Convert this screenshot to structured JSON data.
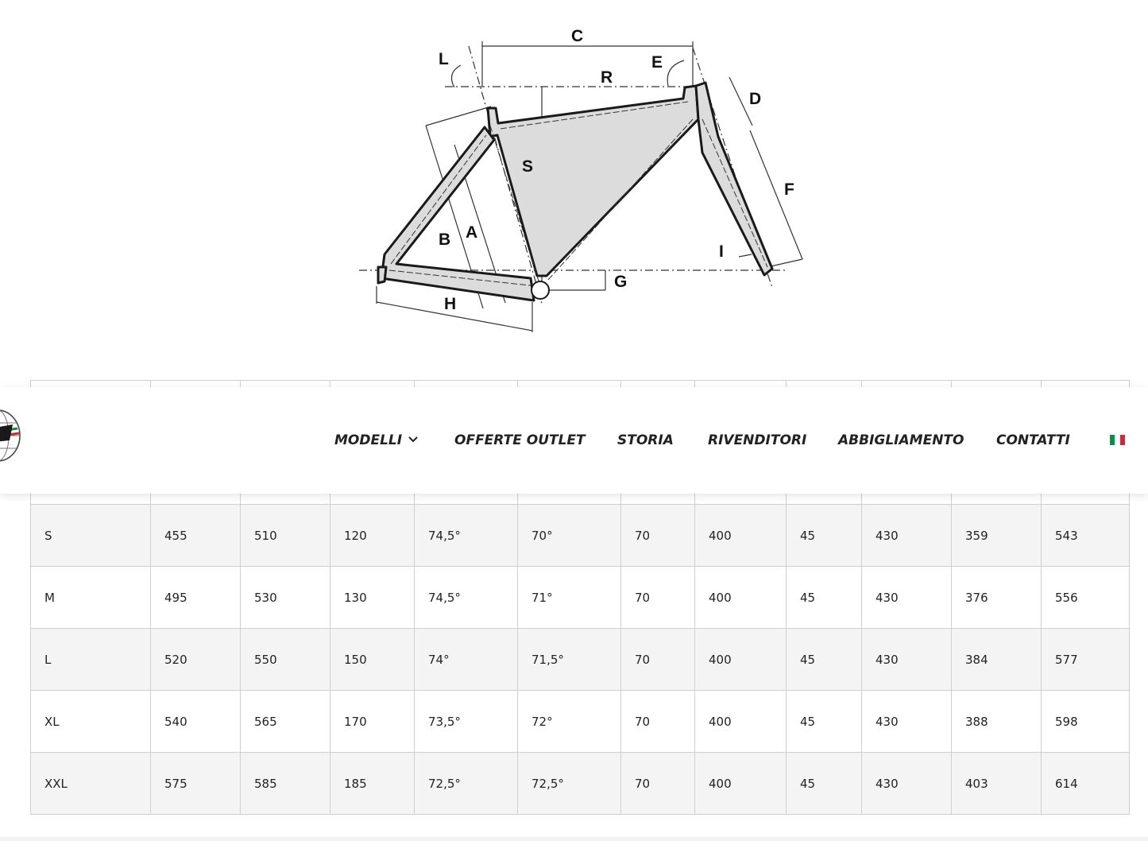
{
  "diagram": {
    "labels": {
      "C": "C",
      "L": "L",
      "E": "E",
      "R": "R",
      "D": "D",
      "S": "S",
      "F": "F",
      "B": "B",
      "A": "A",
      "I": "I",
      "G": "G",
      "H": "H"
    }
  },
  "nav": {
    "items": [
      "MODELLI",
      "OFFERTE OUTLET",
      "STORIA",
      "RIVENDITORI",
      "ABBIGLIAMENTO",
      "CONTATTI"
    ],
    "language_flag": "italian-flag-icon",
    "colors": {
      "green": "#009246",
      "white": "#ffffff",
      "red": "#ce2b37"
    }
  },
  "table": {
    "rows": [
      [
        "S",
        "455",
        "510",
        "120",
        "74,5°",
        "70°",
        "70",
        "400",
        "45",
        "430",
        "359",
        "543"
      ],
      [
        "M",
        "495",
        "530",
        "130",
        "74,5°",
        "71°",
        "70",
        "400",
        "45",
        "430",
        "376",
        "556"
      ],
      [
        "L",
        "520",
        "550",
        "150",
        "74°",
        "71,5°",
        "70",
        "400",
        "45",
        "430",
        "384",
        "577"
      ],
      [
        "XL",
        "540",
        "565",
        "170",
        "73,5°",
        "72°",
        "70",
        "400",
        "45",
        "430",
        "388",
        "598"
      ],
      [
        "XXL",
        "575",
        "585",
        "185",
        "72,5°",
        "72,5°",
        "70",
        "400",
        "45",
        "430",
        "403",
        "614"
      ]
    ]
  }
}
